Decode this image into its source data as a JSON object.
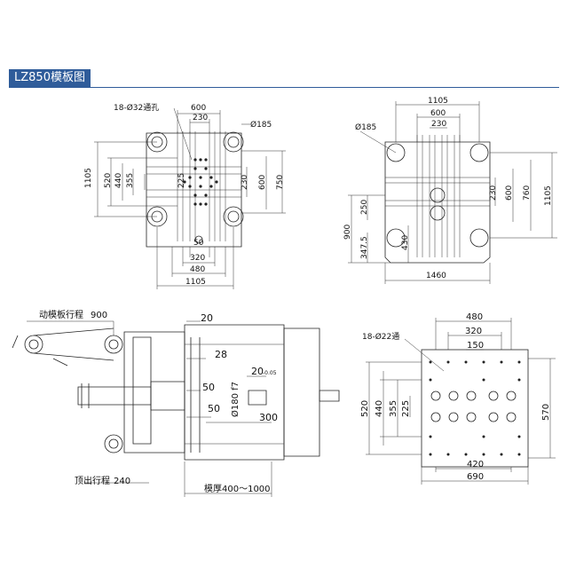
{
  "header": {
    "title": "LZ850模板图"
  },
  "view1": {
    "holes_label": "18-Ø32通孔",
    "dims": {
      "w600": "600",
      "w230": "230",
      "d185": "Ø185",
      "h1105": "1105",
      "h520": "520",
      "h440": "440",
      "h355": "355",
      "h225": "225",
      "r230": "230",
      "r600": "600",
      "r750": "750",
      "b50": "50",
      "b320": "320",
      "b480": "480",
      "b1105": "1105"
    }
  },
  "view2": {
    "dims": {
      "w1105": "1105",
      "w600": "600",
      "w230": "230",
      "d185": "Ø185",
      "r230": "230",
      "r600": "600",
      "r760": "760",
      "r1105": "1105",
      "l250": "250",
      "l900": "900",
      "l430": "430",
      "l347": "347.5",
      "b1460": "1460"
    }
  },
  "view3": {
    "stroke_label": "动模板行程",
    "stroke_value": "900",
    "eject_label": "顶出行程",
    "eject_value": "240",
    "mold_label": "模厚400～1000",
    "dims": {
      "d20": "20",
      "d28": "28",
      "d50a": "50",
      "d50b": "50",
      "bore": "Ø180 f7",
      "tol": "20",
      "tol_sub": "-0.05",
      "d300": "300"
    }
  },
  "view4": {
    "holes_label": "18-Ø22通",
    "dims": {
      "w480": "480",
      "w320": "320",
      "w150": "150",
      "h520": "520",
      "h440": "440",
      "h355": "355",
      "h225": "225",
      "r570": "570",
      "b420": "420",
      "b690": "690"
    }
  }
}
